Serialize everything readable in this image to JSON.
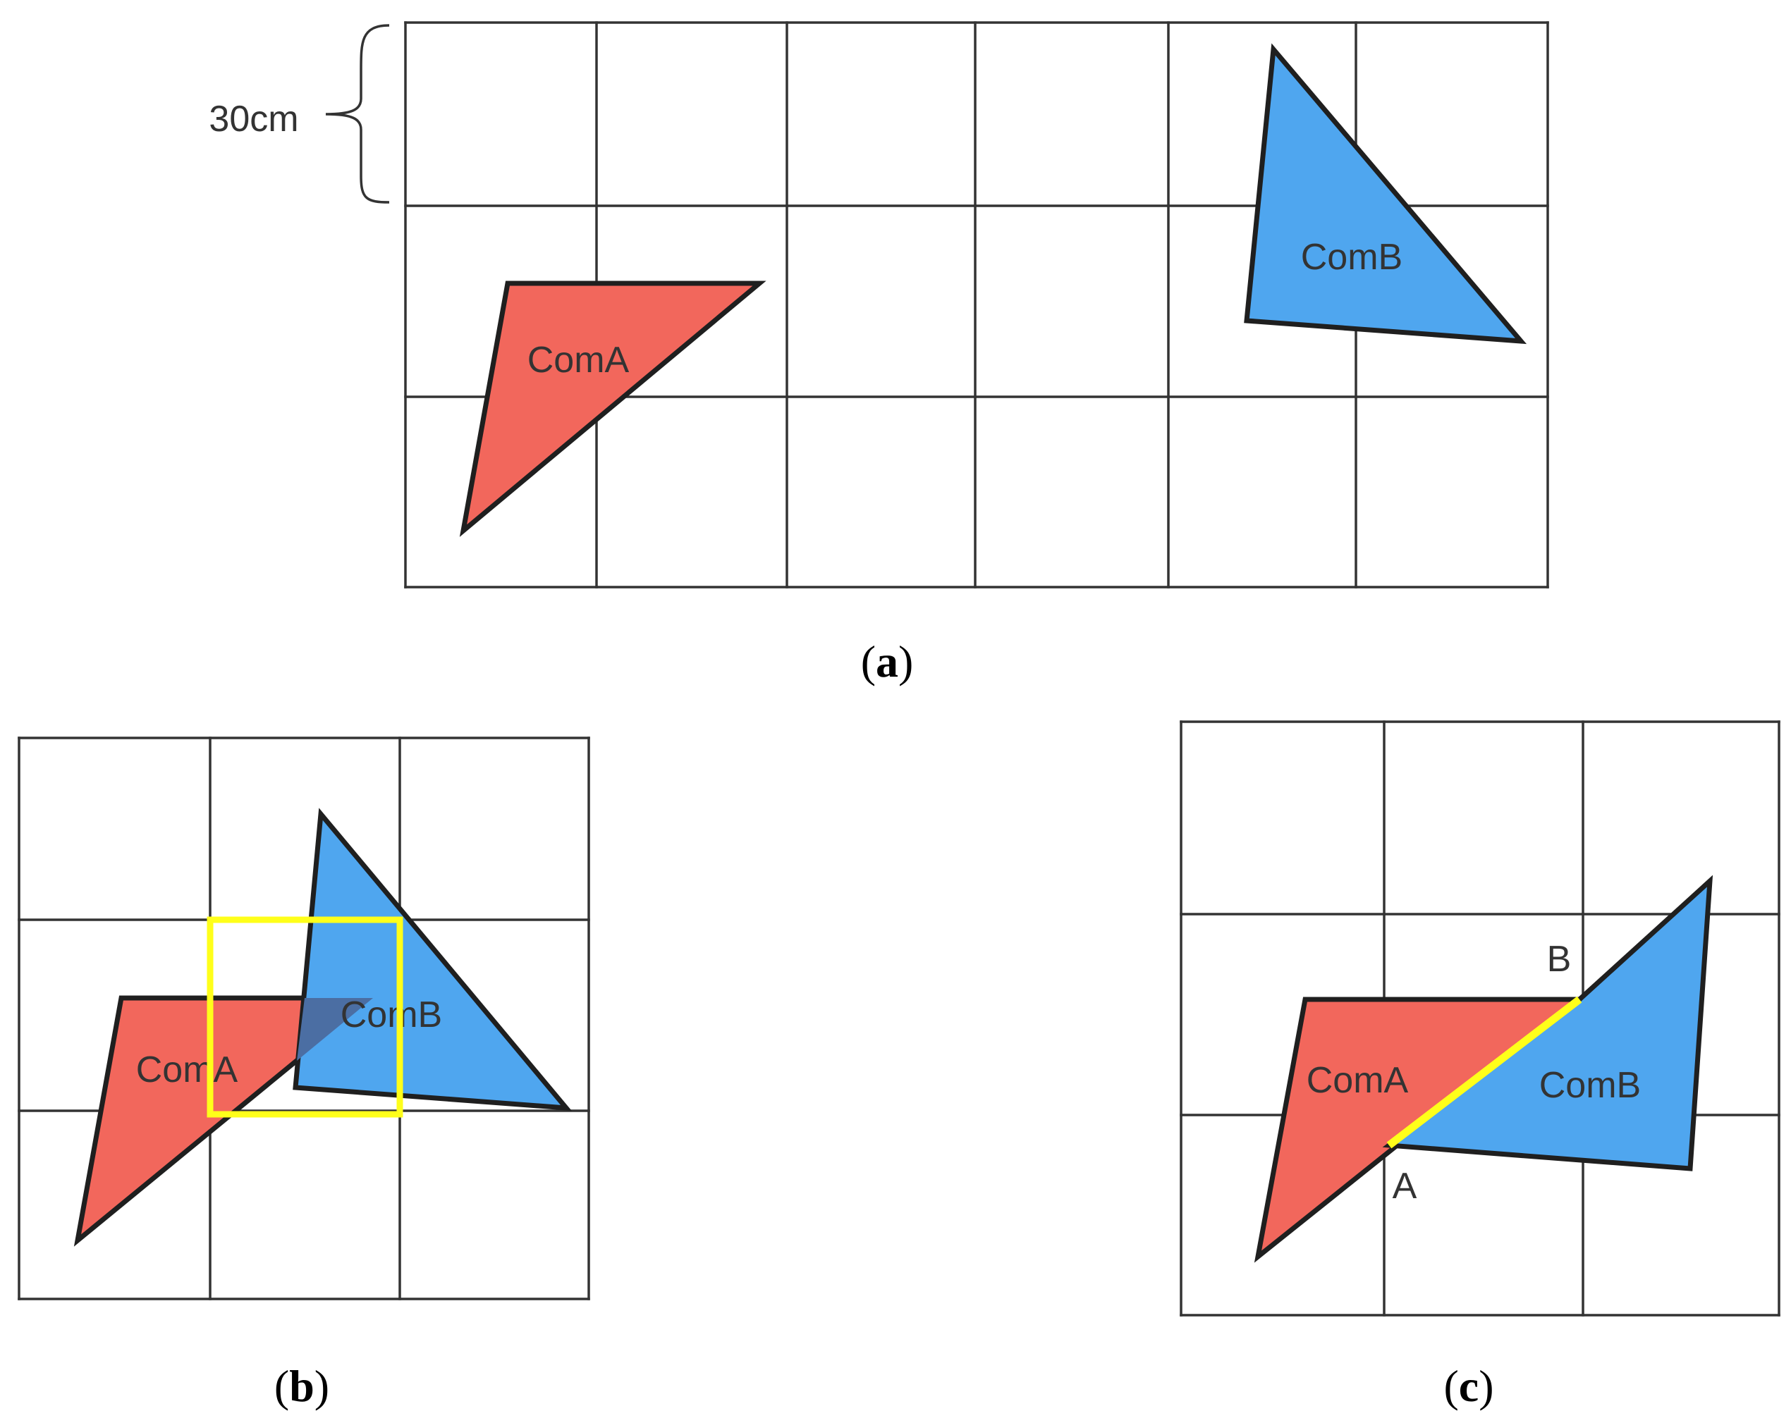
{
  "colors": {
    "comA_fill": "#f2675c",
    "comB_fill": "#4fa6ef",
    "overlap_fill": "#4b6ea3",
    "highlight": "#ffff1a",
    "grid": "#333333"
  },
  "panels": {
    "a": {
      "caption_letter": "a",
      "scale_label": "30cm",
      "comA_label": "ComA",
      "comB_label": "ComB"
    },
    "b": {
      "caption_letter": "b",
      "comA_label": "ComA",
      "comB_label": "ComB"
    },
    "c": {
      "caption_letter": "c",
      "comA_label": "ComA",
      "comB_label": "ComB",
      "point_a_label": "A",
      "point_b_label": "B"
    }
  }
}
